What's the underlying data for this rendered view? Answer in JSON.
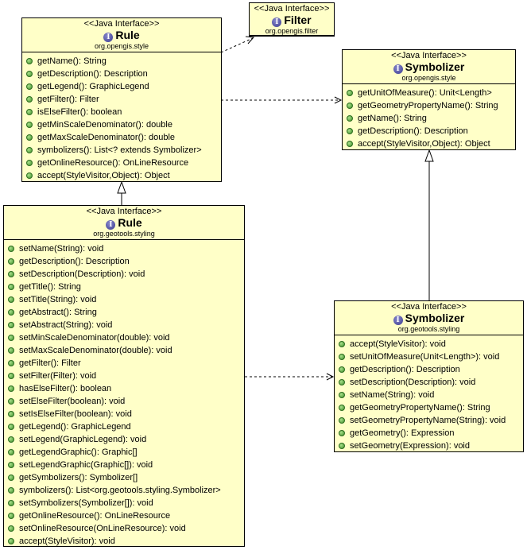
{
  "boxes": {
    "rule_opengis": {
      "stereotype": "<<Java Interface>>",
      "name": "Rule",
      "package": "org.opengis.style",
      "methods": [
        "getName(): String",
        "getDescription(): Description",
        "getLegend(): GraphicLegend",
        "getFilter(): Filter",
        "isElseFilter(): boolean",
        "getMinScaleDenominator(): double",
        "getMaxScaleDenominator(): double",
        "symbolizers(): List<? extends Symbolizer>",
        "getOnlineResource(): OnLineResource",
        "accept(StyleVisitor,Object): Object"
      ]
    },
    "filter": {
      "stereotype": "<<Java Interface>>",
      "name": "Filter",
      "package": "org.opengis.filter"
    },
    "symbolizer_opengis": {
      "stereotype": "<<Java Interface>>",
      "name": "Symbolizer",
      "package": "org.opengis.style",
      "methods": [
        "getUnitOfMeasure(): Unit<Length>",
        "getGeometryPropertyName(): String",
        "getName(): String",
        "getDescription(): Description",
        "accept(StyleVisitor,Object): Object"
      ]
    },
    "rule_geotools": {
      "stereotype": "<<Java Interface>>",
      "name": "Rule",
      "package": "org.geotools.styling",
      "methods": [
        "setName(String): void",
        "getDescription(): Description",
        "setDescription(Description): void",
        "getTitle(): String",
        "setTitle(String): void",
        "getAbstract(): String",
        "setAbstract(String): void",
        "setMinScaleDenominator(double): void",
        "setMaxScaleDenominator(double): void",
        "getFilter(): Filter",
        "setFilter(Filter): void",
        "hasElseFilter(): boolean",
        "setElseFilter(boolean): void",
        "setIsElseFilter(boolean): void",
        "getLegend(): GraphicLegend",
        "setLegend(GraphicLegend): void",
        "getLegendGraphic(): Graphic[]",
        "setLegendGraphic(Graphic[]): void",
        "getSymbolizers(): Symbolizer[]",
        "symbolizers(): List<org.geotools.styling.Symbolizer>",
        "setSymbolizers(Symbolizer[]): void",
        "getOnlineResource(): OnLineResource",
        "setOnlineResource(OnLineResource): void",
        "accept(StyleVisitor): void"
      ]
    },
    "symbolizer_geotools": {
      "stereotype": "<<Java Interface>>",
      "name": "Symbolizer",
      "package": "org.geotools.styling",
      "methods": [
        "accept(StyleVisitor): void",
        "setUnitOfMeasure(Unit<Length>): void",
        "getDescription(): Description",
        "setDescription(Description): void",
        "setName(String): void",
        "getGeometryPropertyName(): String",
        "setGeometryPropertyName(String): void",
        "getGeometry(): Expression",
        "setGeometry(Expression): void"
      ]
    }
  },
  "icon_glyph": "I",
  "colors": {
    "box_fill": "#ffffc8",
    "method_dot": "#3f8f2a",
    "interface_icon": "#3b3b8f"
  }
}
